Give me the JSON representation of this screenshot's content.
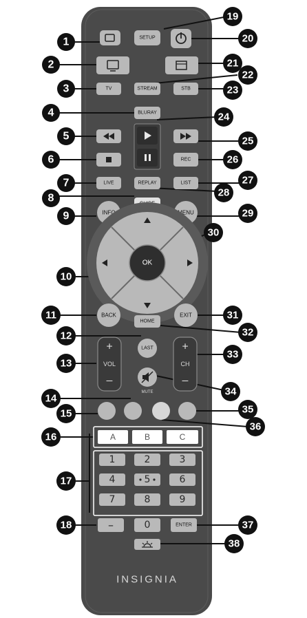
{
  "remote": {
    "brand": "INSIGNIA",
    "buttons": {
      "setup": "SETUP",
      "tv": "TV",
      "stream": "STREAM",
      "stb": "STB",
      "bluray": "BLURAY",
      "rec": "REC",
      "live": "LIVE",
      "replay": "REPLAY",
      "list": "LIST",
      "guide": "GUIDE",
      "info": "INFO",
      "menu": "MENU",
      "ok": "OK",
      "back": "BACK",
      "exit": "EXIT",
      "home": "HOME",
      "last": "LAST",
      "vol": "VOL",
      "ch": "CH",
      "plus": "+",
      "minus": "–",
      "mute": "MUTE",
      "enter": "ENTER",
      "dash": "–"
    },
    "abc": [
      "A",
      "B",
      "C"
    ],
    "numbers": [
      "1",
      "2",
      "3",
      "4",
      "5",
      "6",
      "7",
      "8",
      "9",
      "0"
    ]
  },
  "callouts": [
    "1",
    "2",
    "3",
    "4",
    "5",
    "6",
    "7",
    "8",
    "9",
    "10",
    "11",
    "12",
    "13",
    "14",
    "15",
    "16",
    "17",
    "18",
    "19",
    "20",
    "21",
    "22",
    "23",
    "24",
    "25",
    "26",
    "27",
    "28",
    "29",
    "30",
    "31",
    "32",
    "33",
    "34",
    "35",
    "36",
    "37",
    "38"
  ],
  "colors": {
    "body": "#4a4a4a",
    "button": "#b9b9b9",
    "callout": "#111111",
    "leader": "#111111"
  }
}
